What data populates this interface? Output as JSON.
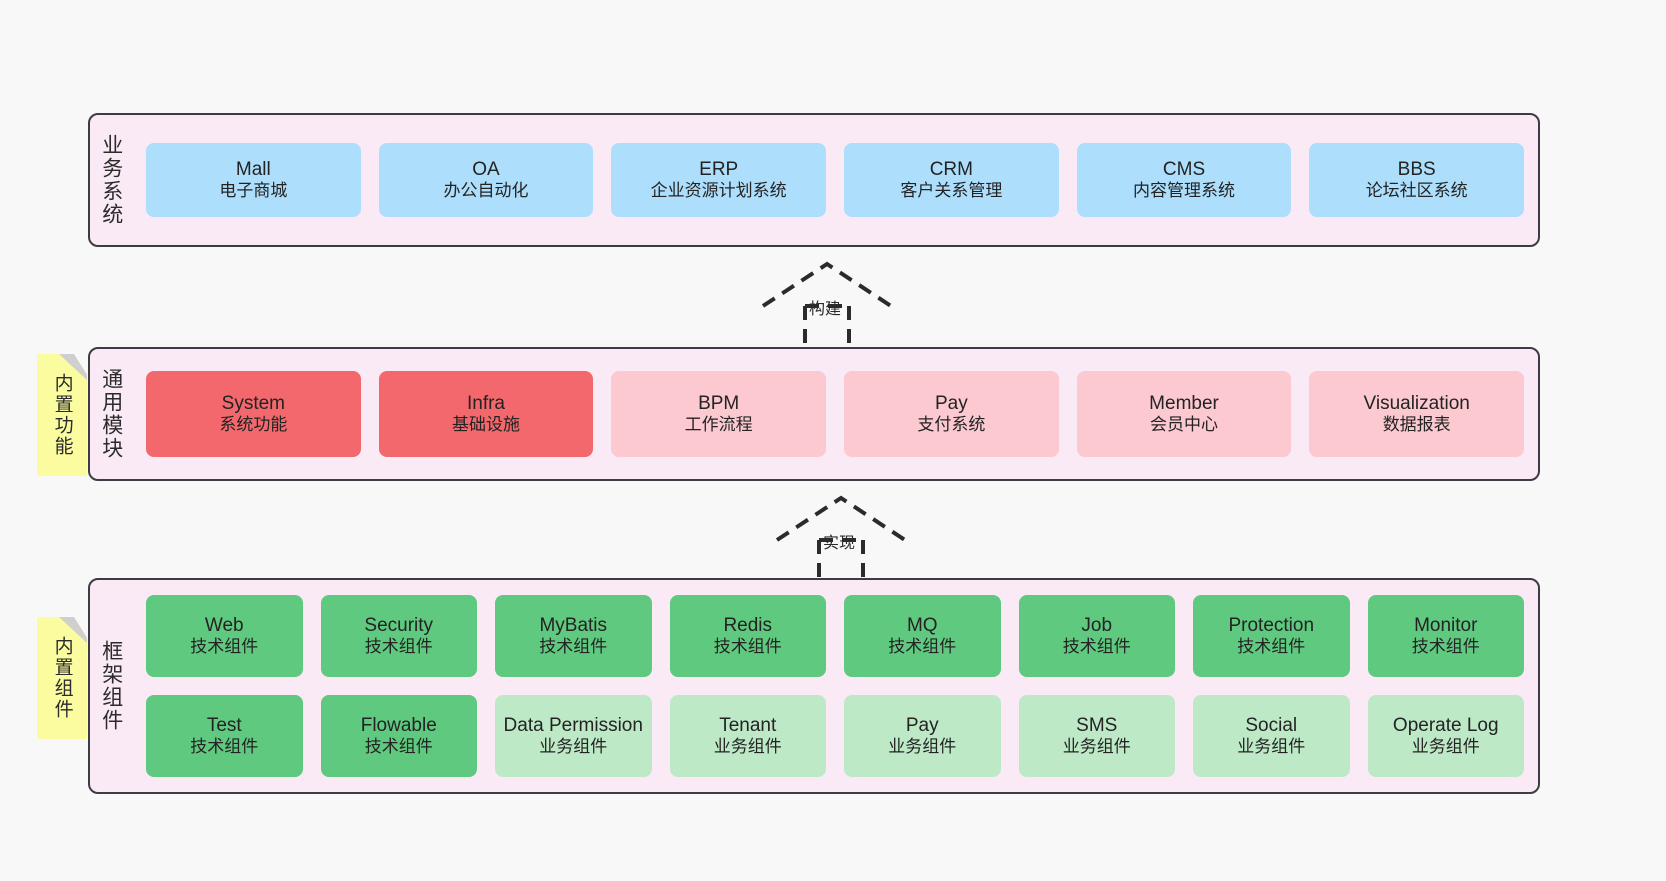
{
  "sections": [
    {
      "id": "business",
      "label": "业务系统",
      "rows": [
        [
          {
            "title": "Mall",
            "subtitle": "电子商城",
            "style": "blue"
          },
          {
            "title": "OA",
            "subtitle": "办公自动化",
            "style": "blue"
          },
          {
            "title": "ERP",
            "subtitle": "企业资源计划系统",
            "style": "blue"
          },
          {
            "title": "CRM",
            "subtitle": "客户关系管理",
            "style": "blue"
          },
          {
            "title": "CMS",
            "subtitle": "内容管理系统",
            "style": "blue"
          },
          {
            "title": "BBS",
            "subtitle": "论坛社区系统",
            "style": "blue"
          }
        ]
      ]
    },
    {
      "id": "common",
      "label": "通用模块",
      "note": "内置功能",
      "rows": [
        [
          {
            "title": "System",
            "subtitle": "系统功能",
            "style": "red"
          },
          {
            "title": "Infra",
            "subtitle": "基础设施",
            "style": "red"
          },
          {
            "title": "BPM",
            "subtitle": "工作流程",
            "style": "pink"
          },
          {
            "title": "Pay",
            "subtitle": "支付系统",
            "style": "pink"
          },
          {
            "title": "Member",
            "subtitle": "会员中心",
            "style": "pink"
          },
          {
            "title": "Visualization",
            "subtitle": "数据报表",
            "style": "pink"
          }
        ]
      ]
    },
    {
      "id": "framework",
      "label": "框架组件",
      "note": "内置组件",
      "rows": [
        [
          {
            "title": "Web",
            "subtitle": "技术组件",
            "style": "green"
          },
          {
            "title": "Security",
            "subtitle": "技术组件",
            "style": "green"
          },
          {
            "title": "MyBatis",
            "subtitle": "技术组件",
            "style": "green"
          },
          {
            "title": "Redis",
            "subtitle": "技术组件",
            "style": "green"
          },
          {
            "title": "MQ",
            "subtitle": "技术组件",
            "style": "green"
          },
          {
            "title": "Job",
            "subtitle": "技术组件",
            "style": "green"
          },
          {
            "title": "Protection",
            "subtitle": "技术组件",
            "style": "green"
          },
          {
            "title": "Monitor",
            "subtitle": "技术组件",
            "style": "green"
          }
        ],
        [
          {
            "title": "Test",
            "subtitle": "技术组件",
            "style": "green"
          },
          {
            "title": "Flowable",
            "subtitle": "技术组件",
            "style": "green"
          },
          {
            "title": "Data Permission",
            "subtitle": "业务组件",
            "style": "lgreen"
          },
          {
            "title": "Tenant",
            "subtitle": "业务组件",
            "style": "lgreen"
          },
          {
            "title": "Pay",
            "subtitle": "业务组件",
            "style": "lgreen"
          },
          {
            "title": "SMS",
            "subtitle": "业务组件",
            "style": "lgreen"
          },
          {
            "title": "Social",
            "subtitle": "业务组件",
            "style": "lgreen"
          },
          {
            "title": "Operate Log",
            "subtitle": "业务组件",
            "style": "lgreen"
          }
        ]
      ]
    }
  ],
  "connectors": [
    {
      "id": "build",
      "label": "构建"
    },
    {
      "id": "implement",
      "label": "实现"
    }
  ],
  "colors": {
    "section_bg": "#faeaf5",
    "section_border": "#3f3b44",
    "blue": "#addefb",
    "red": "#f2686c",
    "pink": "#fbc9cf",
    "green": "#5fc97f",
    "light_green": "#bee9c7",
    "note": "#fbfba0",
    "canvas": "#f8f8f8"
  }
}
